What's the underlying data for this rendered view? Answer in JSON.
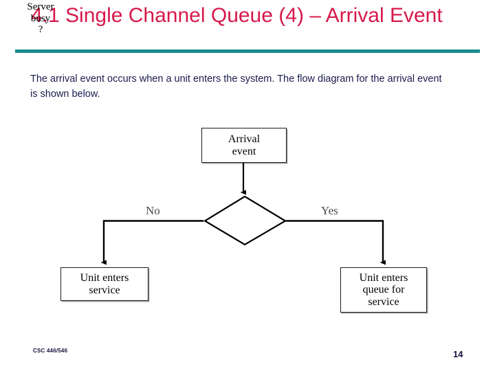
{
  "slide": {
    "title": "4.1 Single Channel Queue (4) – Arrival Event",
    "body": "The arrival event occurs when a unit enters the system. The flow diagram for the arrival event is shown below.",
    "accent_rule_color": "#1a8c8c",
    "title_color": "#d6194a",
    "body_color": "#1a1a4e",
    "background_color": "#ffffff"
  },
  "flowchart": {
    "type": "flowchart",
    "nodes": [
      {
        "id": "arrival",
        "shape": "rectangle",
        "label": "Arrival\nevent"
      },
      {
        "id": "decision",
        "shape": "diamond",
        "label": "Server\nbusy\n?"
      },
      {
        "id": "enters_service",
        "shape": "rectangle",
        "label": "Unit enters\nservice"
      },
      {
        "id": "enters_queue",
        "shape": "rectangle",
        "label": "Unit enters\nqueue for\nservice"
      }
    ],
    "edges": [
      {
        "from": "arrival",
        "to": "decision",
        "label": ""
      },
      {
        "from": "decision",
        "to": "enters_service",
        "label": "No"
      },
      {
        "from": "decision",
        "to": "enters_queue",
        "label": "Yes"
      }
    ],
    "branch_labels": {
      "left": "No",
      "right": "Yes"
    }
  },
  "footer": {
    "course": "CSC 446/546",
    "page_number": "14"
  }
}
